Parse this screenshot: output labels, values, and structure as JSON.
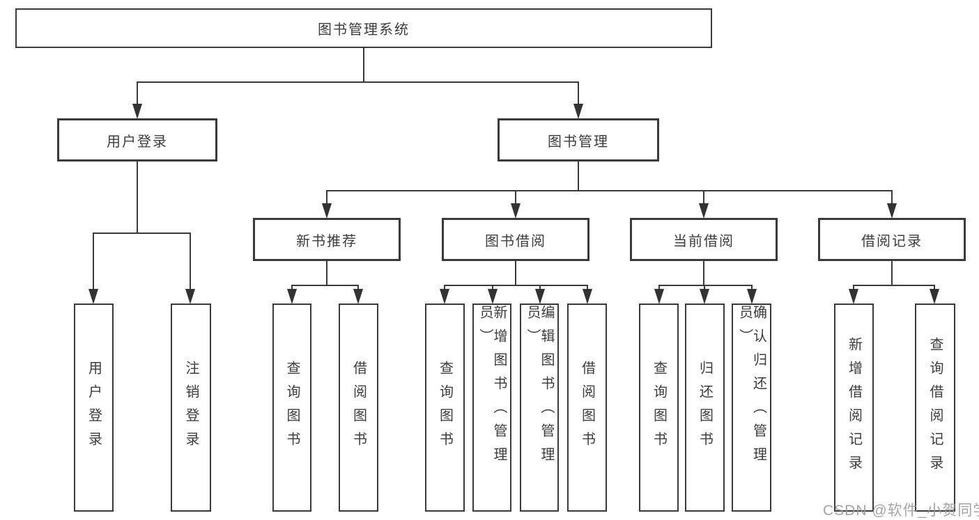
{
  "diagram": {
    "root": {
      "label": "图书管理系统"
    },
    "branches": [
      {
        "label": "用户登录",
        "children": [
          {
            "label": "用户登录"
          },
          {
            "label": "注销登录"
          }
        ]
      },
      {
        "label": "图书管理",
        "sections": [
          {
            "label": "新书推荐",
            "children": [
              {
                "label": "查询图书"
              },
              {
                "label": "借阅图书"
              }
            ]
          },
          {
            "label": "图书借阅",
            "children": [
              {
                "label": "查询图书"
              },
              {
                "label": "新增图书（管理员）"
              },
              {
                "label": "编辑图书（管理员）"
              },
              {
                "label": "借阅图书"
              }
            ]
          },
          {
            "label": "当前借阅",
            "children": [
              {
                "label": "查询图书"
              },
              {
                "label": "归还图书"
              },
              {
                "label": "确认归还（管理员）"
              }
            ]
          },
          {
            "label": "借阅记录",
            "children": [
              {
                "label": "新增借阅记录"
              },
              {
                "label": "查询借阅记录"
              }
            ]
          }
        ]
      }
    ]
  },
  "watermark": {
    "text": "CSDN @软件_小贺同学"
  },
  "colors": {
    "line": "#3a3a3a",
    "arrow": "#333333",
    "text": "#3d3d3d",
    "background": "#ffffff",
    "watermark": "#9b9b9b"
  }
}
